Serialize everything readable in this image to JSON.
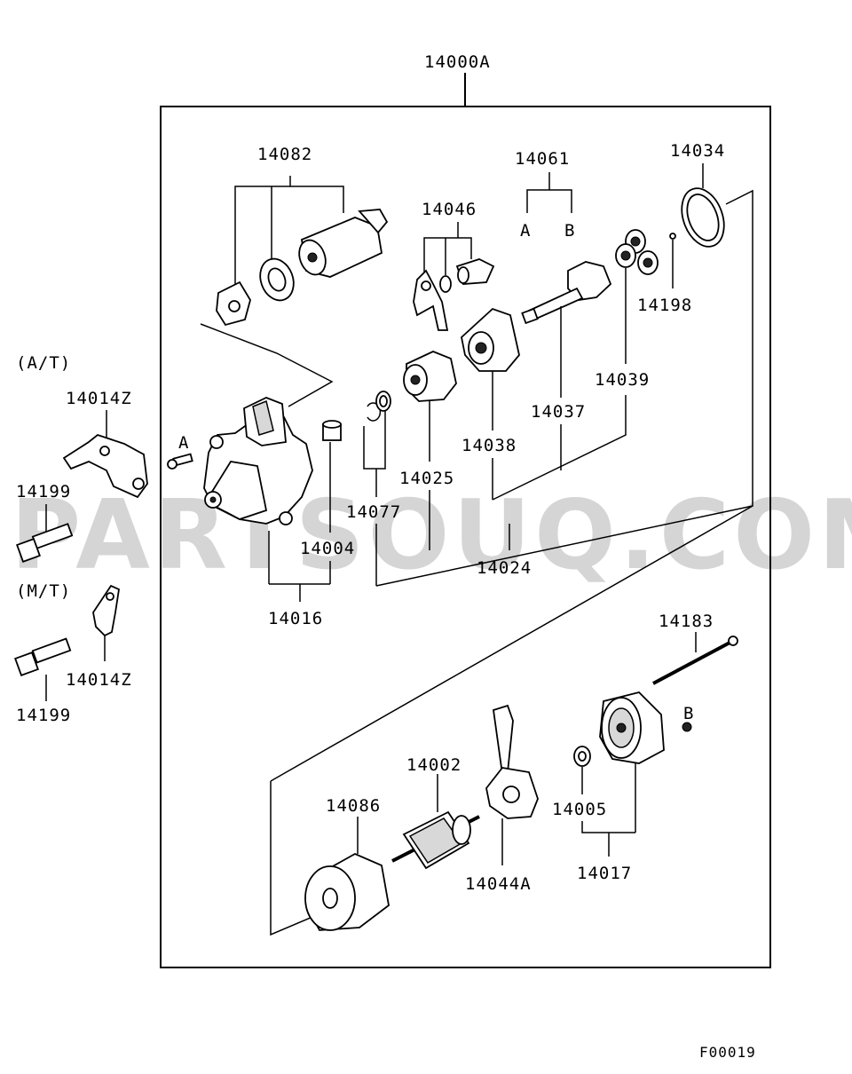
{
  "assembly_label": "14000A",
  "watermark": "PARTSOUQ.COM",
  "figure_code": "F00019",
  "variant_labels": {
    "at": "(A/T)",
    "mt": "(M/T)"
  },
  "ref_letters": {
    "a": "A",
    "b": "B"
  },
  "parts": {
    "p14082": "14082",
    "p14061": "14061",
    "p14034": "14034",
    "p14046": "14046",
    "p14198": "14198",
    "p14039": "14039",
    "p14037": "14037",
    "p14038": "14038",
    "p14025": "14025",
    "p14077": "14077",
    "p14004": "14004",
    "p14024": "14024",
    "p14016": "14016",
    "p14014z_at": "14014Z",
    "p14199_at": "14199",
    "p14014z_mt": "14014Z",
    "p14199_mt": "14199",
    "p14183": "14183",
    "p14002": "14002",
    "p14086": "14086",
    "p14005": "14005",
    "p14044a": "14044A",
    "p14017": "14017"
  }
}
